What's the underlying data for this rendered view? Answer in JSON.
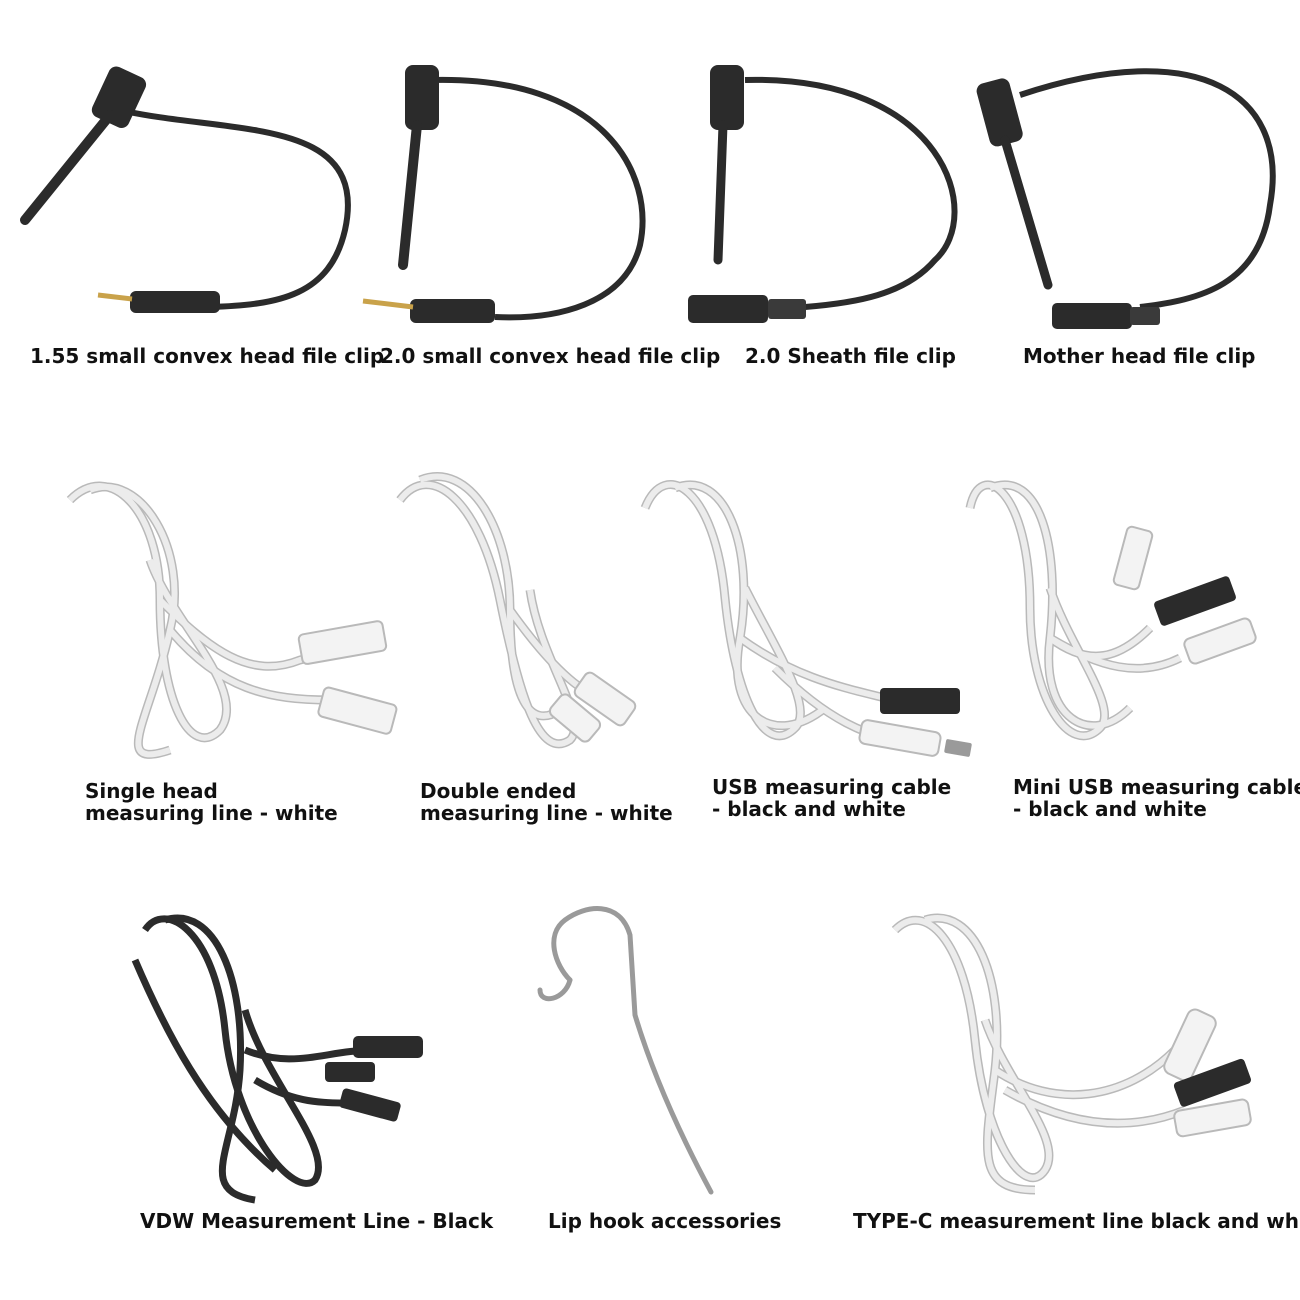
{
  "row1": [
    {
      "caption": "1.55 small convex head file clip"
    },
    {
      "caption": "2.0 small convex head file clip"
    },
    {
      "caption": "2.0 Sheath file clip"
    },
    {
      "caption": "Mother head file clip"
    }
  ],
  "row2": [
    {
      "caption_line1": "Single head",
      "caption_line2": "measuring line - white"
    },
    {
      "caption_line1": "Double ended",
      "caption_line2": "measuring line - white"
    },
    {
      "caption_line1": "USB measuring cable",
      "caption_line2": " - black and white"
    },
    {
      "caption_line1": "Mini USB measuring cable",
      "caption_line2": " - black and white"
    }
  ],
  "row3": [
    {
      "caption": "VDW Measurement Line - Black"
    },
    {
      "caption": "Lip hook accessories"
    },
    {
      "caption": "TYPE-C measurement line black and white"
    }
  ],
  "colors": {
    "black_cable": "#2b2b2b",
    "white_cable": "#ececec",
    "white_outline": "#b9b9b9",
    "gold_pin": "#c9a24a",
    "steel": "#9a9a9a"
  }
}
